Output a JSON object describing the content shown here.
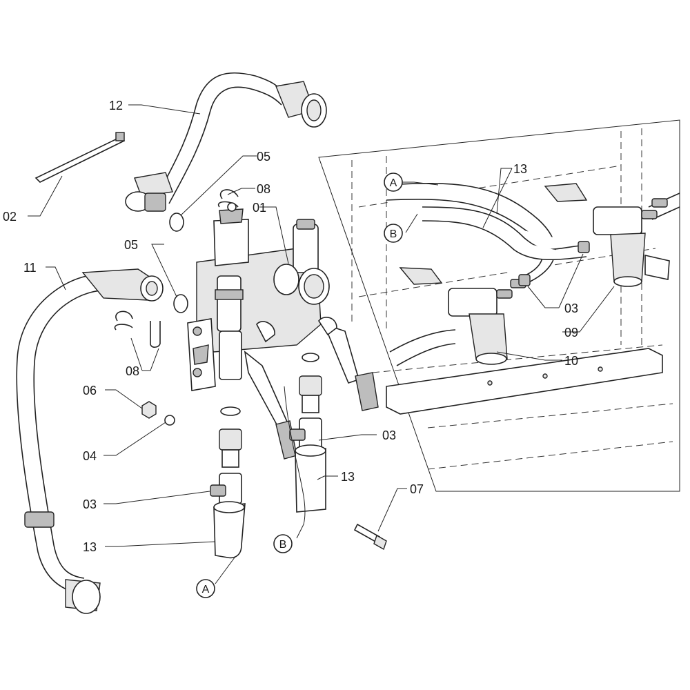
{
  "callouts": {
    "c01": "01",
    "c02": "02",
    "c03a": "03",
    "c03b": "03",
    "c03c": "03",
    "c04": "04",
    "c05a": "05",
    "c05b": "05",
    "c06": "06",
    "c07": "07",
    "c08a": "08",
    "c08b": "08",
    "c09": "09",
    "c10": "10",
    "c11": "11",
    "c12": "12",
    "c13a": "13",
    "c13b": "13",
    "c13c": "13"
  },
  "connectors": {
    "a_inset": "A",
    "b_inset": "B",
    "a_main": "A",
    "b_main": "B"
  }
}
